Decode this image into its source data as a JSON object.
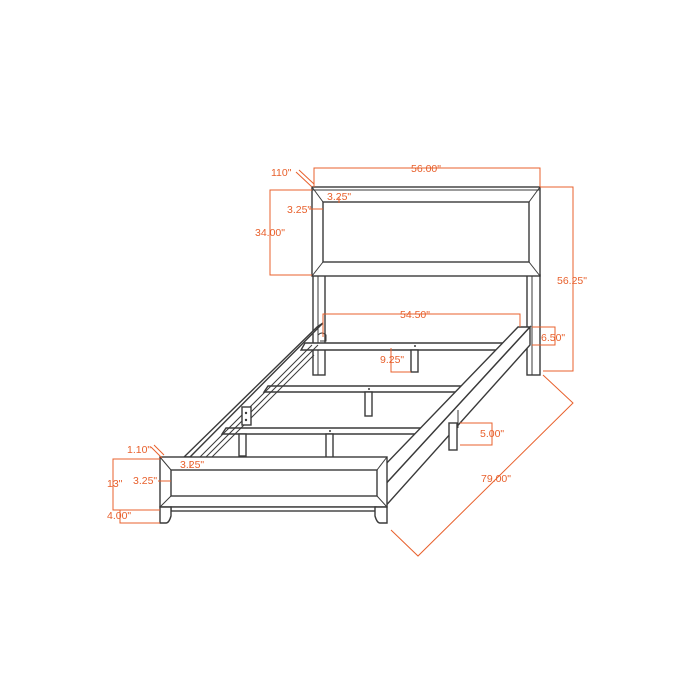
{
  "diagram": {
    "subject": "Bed frame dimension drawing",
    "colors": {
      "line": "#3a3a3a",
      "dimension": "#e8602c",
      "background": "#ffffff"
    },
    "dimensions": {
      "headboard_width": "56.00\"",
      "headboard_bevel": "110\"",
      "headboard_frame_top": "3.25\"",
      "headboard_frame_side": "3.25\"",
      "headboard_panel_height": "34.00\"",
      "total_height": "56.25\"",
      "inner_width": "54.50\"",
      "rail_height": "6.50\"",
      "slat_leg_height": "9.25\"",
      "side_leg_height": "5.00\"",
      "length": "79.00\"",
      "footboard_bevel": "1.10\"",
      "footboard_frame_top": "3.25\"",
      "footboard_frame_side": "3.25\"",
      "footboard_height": "13\"",
      "footboard_leg_height": "4.00\""
    }
  }
}
